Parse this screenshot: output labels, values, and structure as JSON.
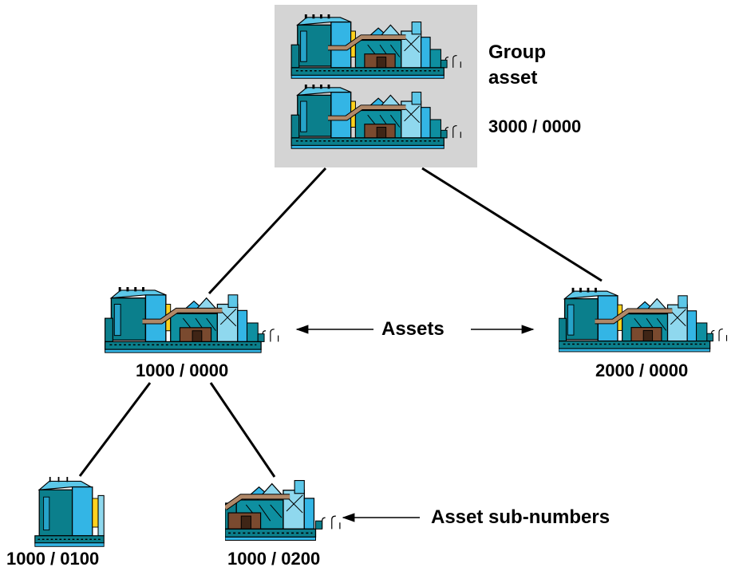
{
  "group": {
    "title_line1": "Group",
    "title_line2": "asset",
    "number": "3000 / 0000"
  },
  "assets": {
    "label": "Assets",
    "left_number": "1000 / 0000",
    "right_number": "2000 / 0000"
  },
  "sub_numbers": {
    "label": "Asset sub-numbers",
    "first": "1000 / 0100",
    "second": "1000 / 0200"
  },
  "colors": {
    "group_box": "#d4d4d4",
    "building_dark": "#0b7f8c",
    "building_light": "#33b5e5",
    "building_pale": "#8fd8ee",
    "pipe": "#b08868",
    "base_brown": "#7a4a2f",
    "accent_yellow": "#ffd21f",
    "outline": "#000000"
  },
  "icons": [
    "factory-icon"
  ]
}
